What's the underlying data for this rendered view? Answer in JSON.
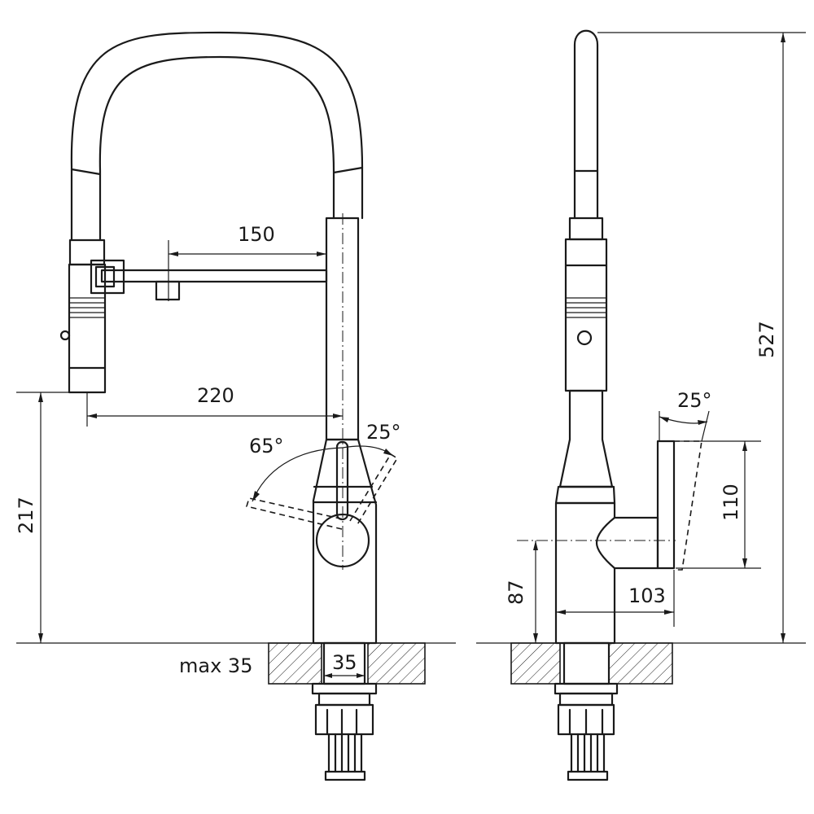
{
  "colors": {
    "stroke": "#1a1a1a",
    "background": "#ffffff"
  },
  "front_view": {
    "spout_reach_150": "150",
    "head_reach_220": "220",
    "head_height_217": "217",
    "lever_angle_65": "65°",
    "lever_angle_25": "25°",
    "counter_thickness": "max 35",
    "mount_hole_35": "35"
  },
  "side_view": {
    "total_height_527": "527",
    "lever_angle_25": "25°",
    "lever_length_110": "110",
    "handle_height_87": "87",
    "handle_depth_103": "103"
  }
}
